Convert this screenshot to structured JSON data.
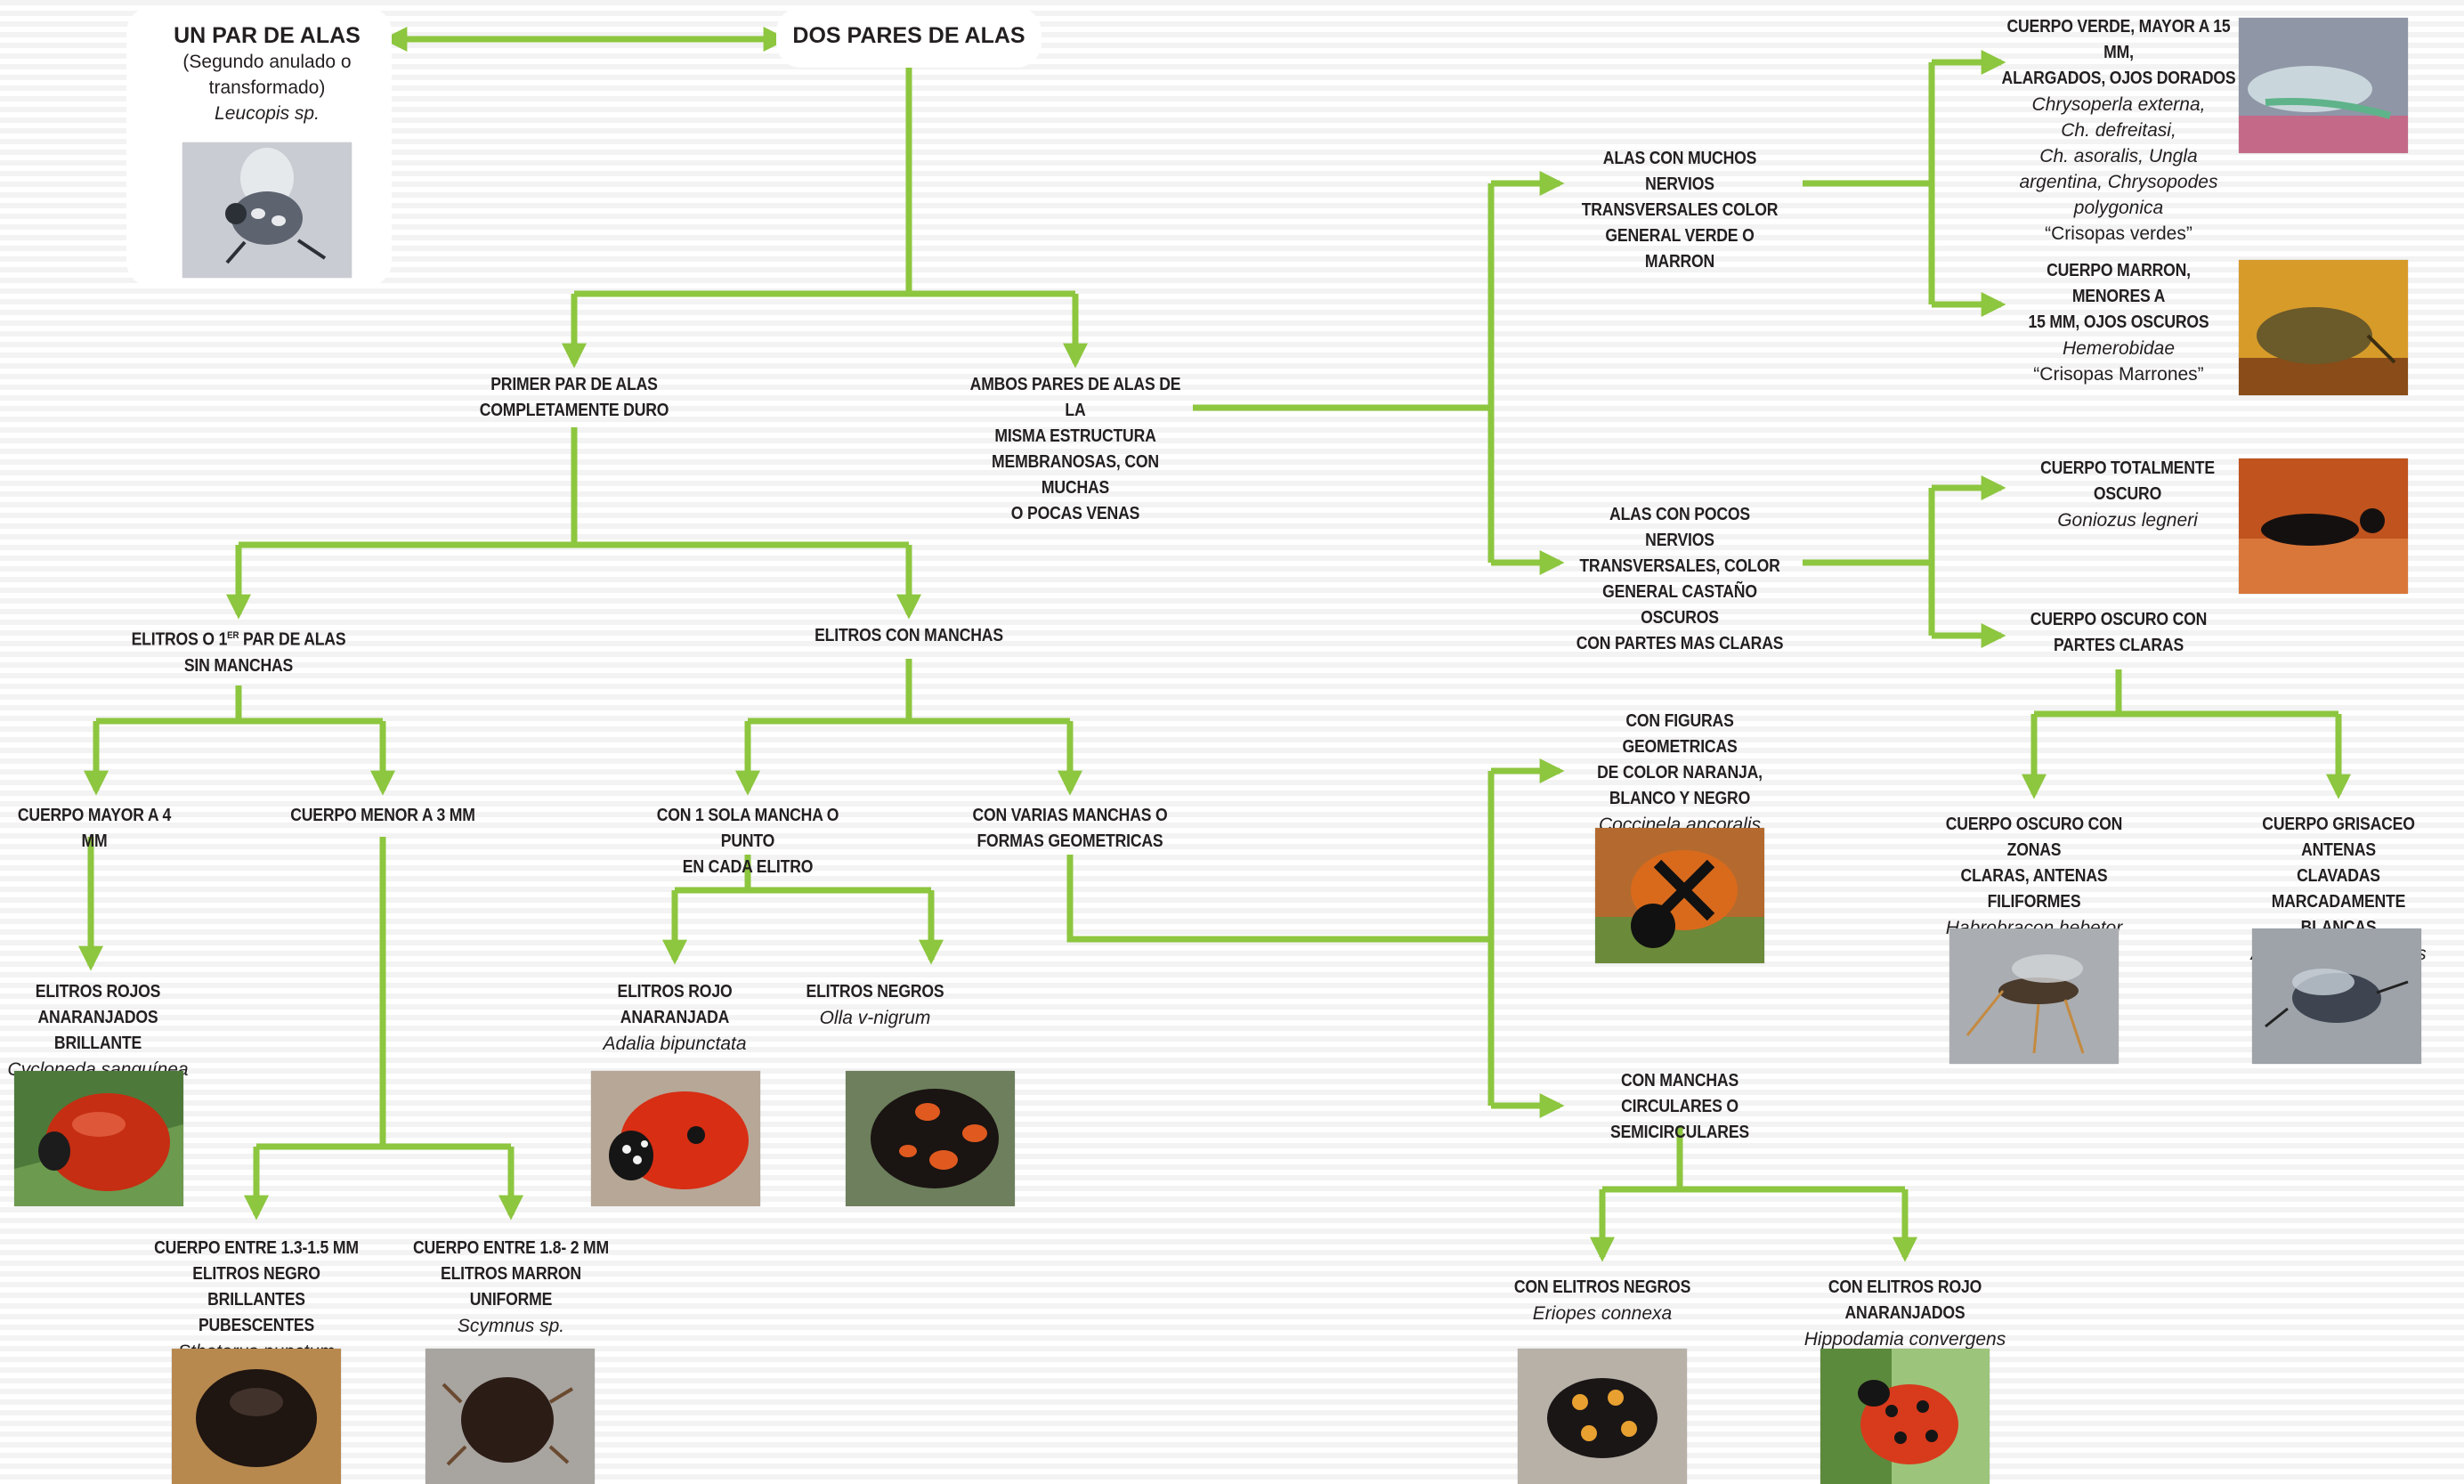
{
  "colors": {
    "connector": "#8dc63f",
    "text": "#231f20"
  },
  "nodes": {
    "un_par": {
      "title": "UN PAR DE ALAS",
      "sub": "(Segundo anulado o\ntransformado)",
      "sci": "Leucopis sp."
    },
    "dos_pares": {
      "title": "DOS PARES DE ALAS"
    },
    "primer_par": {
      "title": "PRIMER PAR DE ALAS\nCOMPLETAMENTE DURO"
    },
    "ambos_pares": {
      "title": "AMBOS PARES DE ALAS DE LA\nMISMA ESTRUCTURA\nMEMBRANOSAS, CON MUCHAS\nO POCAS VENAS"
    },
    "elitros_sin": {
      "title_a": "ELITROS O 1",
      "title_sup": "ER",
      "title_b": " PAR DE ALAS\nSIN MANCHAS"
    },
    "elitros_con": {
      "title": "ELITROS CON MANCHAS"
    },
    "mayor4": {
      "title": "CUERPO MAYOR A 4 mm"
    },
    "menor3": {
      "title": "CUERPO MENOR A  3 mm"
    },
    "una_mancha": {
      "title": "CON 1 SOLA MANCHA O PUNTO\nEN CADA ELITRO"
    },
    "varias": {
      "title": "CON VARIAS MANCHAS O\nFORMAS GEOMETRICAS"
    },
    "rojos": {
      "title": "ELITROS ROJOS\nANARANJADOS BRILLANTE",
      "sci": "Cycloneda sanguínea"
    },
    "rojo_anar": {
      "title": "ELITROS ROJO ANARANJADA",
      "sci": "Adalia bipunctata"
    },
    "negros": {
      "title": "ELITROS NEGROS",
      "sci": "Olla v-nigrum"
    },
    "entre13": {
      "title": "CUERPO ENTRE 1.3-1.5 mm\nELITROS NEGRO BRILLANTES\nPUBESCENTES",
      "sci": "Sthetorus punctum"
    },
    "entre18": {
      "title": "CUERPO ENTRE 1.8- 2 mm\nELITROS MARRON UNIFORME",
      "sci": "Scymnus sp."
    },
    "muchos": {
      "title": "ALAS CON MUCHOS NERVIOS\nTRANSVERSALES COLOR\nGENERAL VERDE O MARRON"
    },
    "pocos": {
      "title": "ALAS CON POCOS NERVIOS\nTRANSVERSALES, COLOR\nGENERAL CASTAÑO OSCUROS\nCON PARTES MAS CLARAS"
    },
    "verde": {
      "title": "CUERPO VERDE, MAYOR A 15 mm,\nALARGADOS, OJOS DORADOS",
      "sci": "Chrysoperla externa,\nCh. defreitasi,\nCh. asoralis, Ungla\nargentina, Chrysopodes\npolygonica",
      "common": "“Crisopas verdes”"
    },
    "marron": {
      "title": "CUERPO MARRON, MENORES A\n15 mm, OJOS OSCUROS",
      "sci": "Hemerobidae",
      "common": "“Crisopas Marrones”"
    },
    "oscuro_total": {
      "title": "CUERPO TOTALMENTE OSCURO",
      "sci": "Goniozus legneri"
    },
    "oscuro_partes": {
      "title": "CUERPO OSCURO CON\nPARTES CLARAS"
    },
    "zonas": {
      "title": "CUERPO OSCURO CON ZONAS\nCLARAS, ANTENAS\nFILIFORMES",
      "sci": "Habrobracon hebetor"
    },
    "grisaceo": {
      "title": "CUERPO GRISACEO ANTENAS\nCLAVADAS MARCADAMENTE\nBLANCAS",
      "sci": "Acerophagus griseus"
    },
    "figuras": {
      "title": "CON FIGURAS GEOMETRICAS\nDE COLOR NARANJA,\nBLANCO Y NEGRO",
      "sci": "Coccinela ancoralis"
    },
    "circulares": {
      "title": "CON MANCHAS CIRCULARES O\nSEMICIRCULARES"
    },
    "elitros_negros": {
      "title": "CON ELITROS NEGROS",
      "sci": "Eriopes connexa"
    },
    "elitros_rojo": {
      "title": "CON ELITROS ROJO ANARANJADOS",
      "sci": "Hippodamia convergens"
    }
  }
}
